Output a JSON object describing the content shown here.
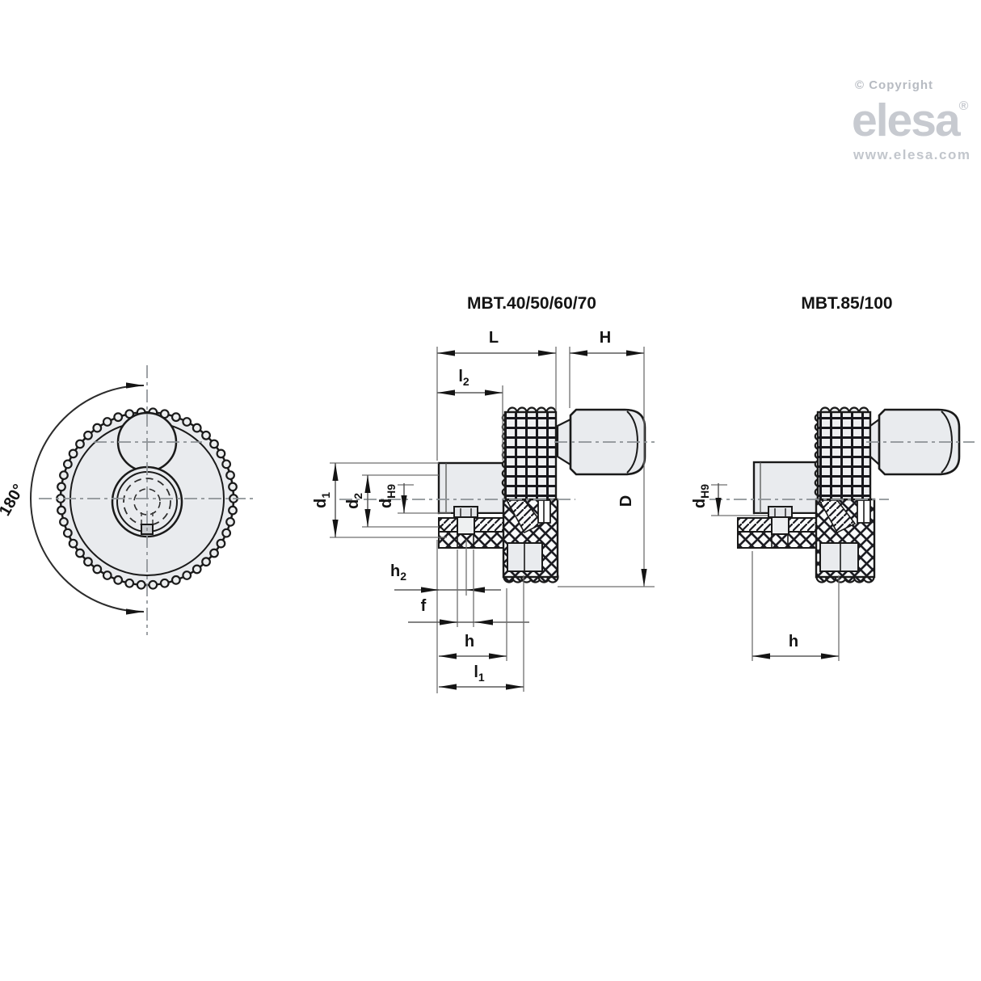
{
  "branding": {
    "copyright": "© Copyright",
    "logo": "elesa",
    "registered": "®",
    "website": "www.elesa.com"
  },
  "front_view": {
    "angle_label": "180°"
  },
  "section_small": {
    "title": "MBT.40/50/60/70",
    "dims": {
      "L": "L",
      "H": "H",
      "D": "D",
      "f": "f",
      "h": "h",
      "l2": {
        "base": "l",
        "sub": "2"
      },
      "l1": {
        "base": "l",
        "sub": "1"
      },
      "d1": {
        "base": "d",
        "sub": "1"
      },
      "d2": {
        "base": "d",
        "sub": "2"
      },
      "h2": {
        "base": "h",
        "sub": "2"
      },
      "dH9": {
        "base": "d",
        "sub": "H9"
      }
    }
  },
  "section_large": {
    "title": "MBT.85/100",
    "dims": {
      "h": "h",
      "dH9": {
        "base": "d",
        "sub": "H9"
      }
    }
  },
  "colors": {
    "background": "#ffffff",
    "part_fill": "#e9ebee",
    "outline": "#1a1a1a",
    "dimension_line": "#5a5a5a",
    "centerline": "#8d9296",
    "logo_gray": "#c7cad0"
  }
}
